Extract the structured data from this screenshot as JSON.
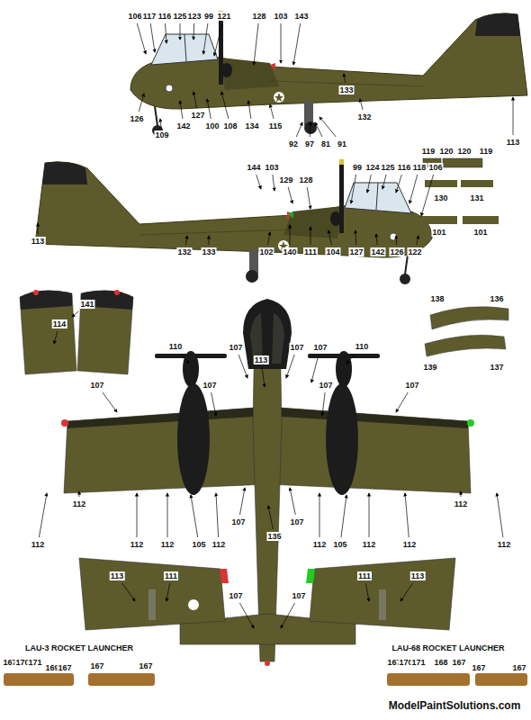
{
  "diagram": {
    "labels": [
      "106",
      "117",
      "116",
      "125",
      "123",
      "99",
      "121",
      "128",
      "103",
      "143",
      "126",
      "109",
      "142",
      "127",
      "100",
      "108",
      "134",
      "115",
      "92",
      "97",
      "81",
      "91",
      "133",
      "132",
      "113",
      "144",
      "103",
      "129",
      "128",
      "99",
      "124",
      "125",
      "116",
      "118",
      "106",
      "113",
      "132",
      "133",
      "102",
      "140",
      "111",
      "104",
      "127",
      "142",
      "126",
      "122",
      "119",
      "120",
      "120",
      "119",
      "130",
      "131",
      "101",
      "101",
      "138",
      "136",
      "139",
      "137",
      "141",
      "114",
      "110",
      "110",
      "107",
      "113",
      "107",
      "107",
      "107",
      "107",
      "107",
      "107",
      "112",
      "112",
      "112",
      "112",
      "112",
      "105",
      "112",
      "107",
      "135",
      "107",
      "112",
      "105",
      "112",
      "112",
      "112",
      "113",
      "111",
      "111",
      "113",
      "107",
      "107",
      "LAU-3 ROCKET LAUNCHER",
      "167",
      "170",
      "171",
      "169",
      "167",
      "167",
      "167",
      "LAU-68 ROCKET LAUNCHER",
      "167",
      "170",
      "171",
      "168",
      "167",
      "167",
      "167",
      "ModelPaintSolutions.com"
    ]
  }
}
